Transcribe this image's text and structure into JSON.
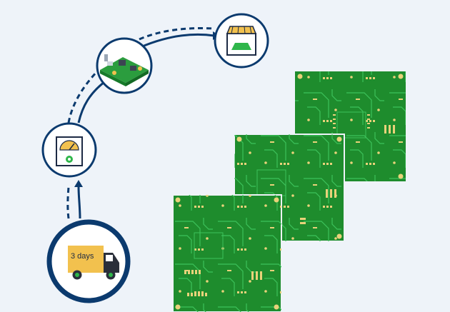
{
  "colors": {
    "background": "#eef3f9",
    "navy": "#0b3a6e",
    "pcb_green": "#1f8f2e",
    "pcb_green_dark": "#137025",
    "trace": "#2fb64a",
    "pad": "#e9d27a",
    "truck_box": "#f2c14e",
    "gauge": "#f2c14e"
  },
  "flow": {
    "steps": [
      {
        "id": "shipping",
        "icon": "delivery-truck-icon",
        "label": "3 days"
      },
      {
        "id": "testing",
        "icon": "gauge-meter-icon"
      },
      {
        "id": "assembly",
        "icon": "assembled-board-icon"
      },
      {
        "id": "store",
        "icon": "storefront-icon"
      }
    ]
  },
  "boards": [
    {
      "name": "front-board"
    },
    {
      "name": "middle-board"
    },
    {
      "name": "back-board"
    }
  ]
}
